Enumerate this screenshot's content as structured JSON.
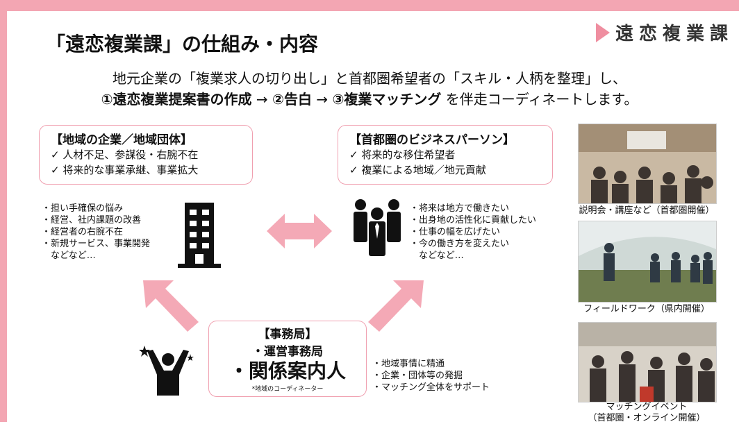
{
  "brand": {
    "name": "遠恋複業課"
  },
  "title": "「遠恋複業課」の仕組み・内容",
  "subtitle": {
    "line1": "地元企業の「複業求人の切り出し」と首都圏希望者の「スキル・人柄を整理」し、",
    "step1": "①遠恋複業提案書の作成",
    "arrow": "→",
    "step2": "②告白",
    "step3": "③複業マッチング",
    "tail": "を伴走コーディネートします。"
  },
  "local": {
    "title": "【地域の企業／地域団体】",
    "checks": [
      "✓ 人材不足、参謀役・右腕不在",
      "✓ 将来的な事業承継、事業拡大"
    ],
    "bullets": [
      "・担い手確保の悩み",
      "・経営、社内課題の改善",
      "・経営者の右腕不在",
      "・新規サービス、事業開発",
      "　などなど…"
    ]
  },
  "metro": {
    "title": "【首都圏のビジネスパーソン】",
    "checks": [
      "✓ 将来的な移住希望者",
      "✓ 複業による地域／地元貢献"
    ],
    "bullets": [
      "・将来は地方で働きたい",
      "・出身地の活性化に貢献したい",
      "・仕事の幅を広げたい",
      "・今の働き方を変えたい",
      "　などなど…"
    ]
  },
  "office": {
    "title": "【事務局】",
    "line1": "・運営事務局",
    "line2": "・関係案内人",
    "note": "*地域のコーディネーター",
    "bullets": [
      "・地域事情に精通",
      "・企業・団体等の発掘",
      "・マッチング全体をサポート"
    ]
  },
  "photos": {
    "captions": [
      "説明会・講座など（首都圏開催）",
      "フィールドワーク（県内開催）",
      "マッチングイベント",
      "（首都圏・オンライン開催）"
    ]
  },
  "colors": {
    "accent": "#f3a6b3",
    "arrow": "#f4a9b6"
  },
  "icons": [
    "building-icon",
    "business-people-icon",
    "cheering-person-icon"
  ]
}
